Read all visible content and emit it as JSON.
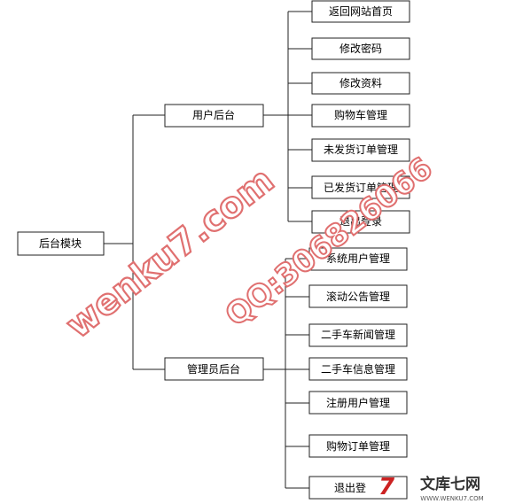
{
  "diagram": {
    "root": "后台模块",
    "branches": [
      {
        "label": "用户后台",
        "children": [
          "返回网站首页",
          "修改密码",
          "修改资料",
          "购物车管理",
          "未发货订单管理",
          "已发货订单管理",
          "退出登录"
        ]
      },
      {
        "label": "管理员后台",
        "children": [
          "系统用户管理",
          "滚动公告管理",
          "二手车新闻管理",
          "二手车信息管理",
          "注册用户管理",
          "购物订单管理",
          "退出登"
        ]
      }
    ]
  },
  "watermarks": {
    "site": "wenku7.com",
    "qq": "QQ:306826066",
    "color": "#e07070"
  },
  "logo": {
    "mark": "7",
    "text": "文库七网",
    "url": "WWW.WENKU7.COM",
    "color": "#cc2222"
  }
}
